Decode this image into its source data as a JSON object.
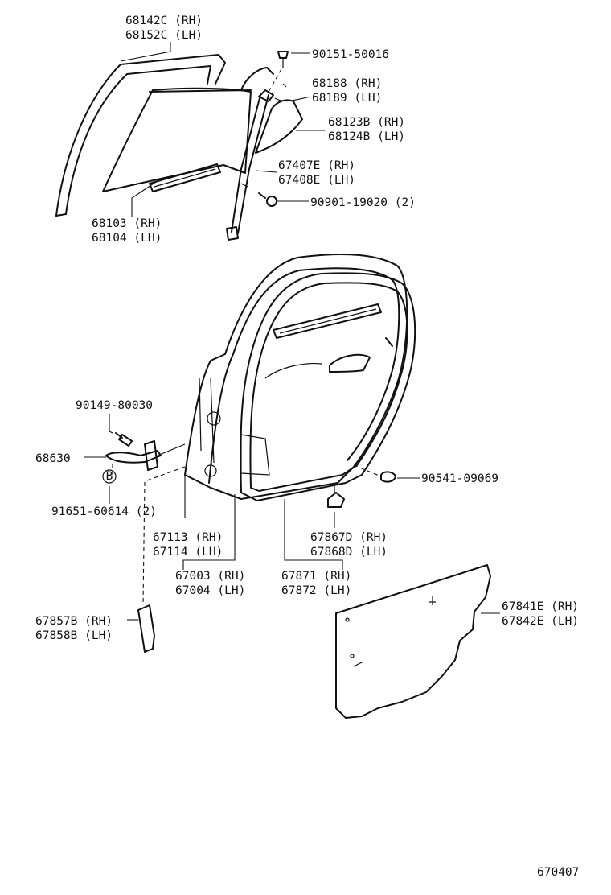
{
  "labels": {
    "l68142": [
      "68142C (RH)",
      "68152C (LH)"
    ],
    "l90151": [
      "90151-50016"
    ],
    "l68188": [
      "68188 (RH)",
      "68189 (LH)"
    ],
    "l68123": [
      "68123B (RH)",
      "68124B (LH)"
    ],
    "l67407": [
      "67407E (RH)",
      "67408E (LH)"
    ],
    "l90901": [
      "90901-19020 (2)"
    ],
    "l68103": [
      "68103 (RH)",
      "68104 (LH)"
    ],
    "l90149": [
      "90149-80030"
    ],
    "l68630": [
      "68630"
    ],
    "l91651": [
      "91651-60614 (2)"
    ],
    "l90541": [
      "90541-09069"
    ],
    "l67113": [
      "67113 (RH)",
      "67114 (LH)"
    ],
    "l67867": [
      "67867D (RH)",
      "67868D (LH)"
    ],
    "l67003": [
      "67003 (RH)",
      "67004 (LH)"
    ],
    "l67871": [
      "67871 (RH)",
      "67872 (LH)"
    ],
    "l67857": [
      "67857B (RH)",
      "67858B (LH)"
    ],
    "l67841": [
      "67841E (RH)",
      "67842E (LH)"
    ]
  },
  "marker": "B",
  "figure_number": "670407"
}
